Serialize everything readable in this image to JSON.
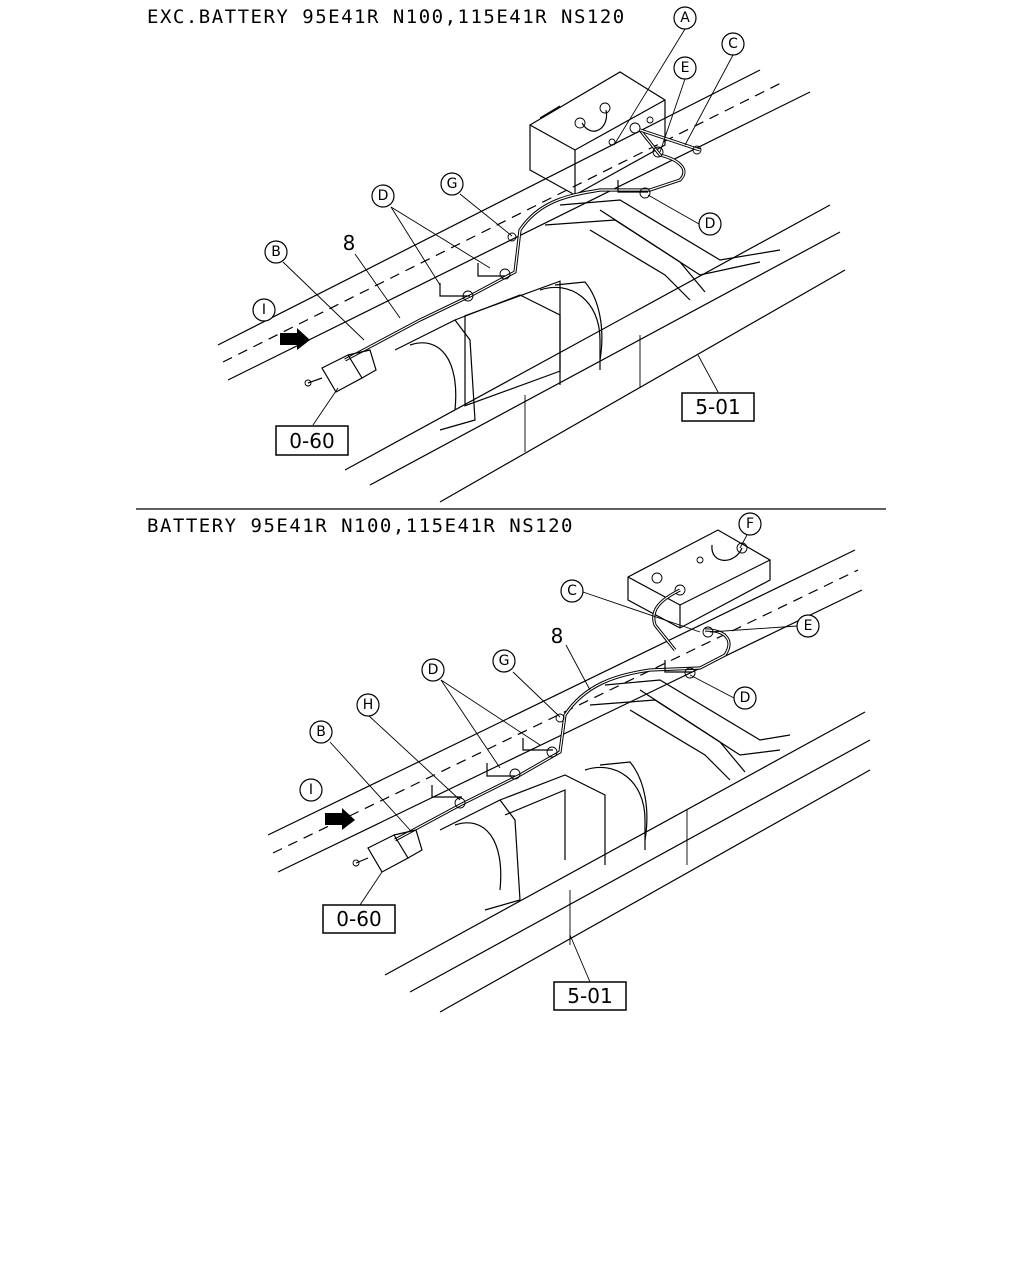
{
  "upper": {
    "title": "EXC.BATTERY 95E41R N100,115E41R NS120",
    "part_number": "8",
    "ref_connector": "0-60",
    "ref_frame": "5-01",
    "callouts": {
      "A": "A",
      "B": "B",
      "C": "C",
      "D": "D",
      "E": "E",
      "G": "G",
      "I": "I"
    }
  },
  "lower": {
    "title": "BATTERY 95E41R N100,115E41R NS120",
    "part_number": "8",
    "ref_connector": "0-60",
    "ref_frame": "5-01",
    "callouts": {
      "B": "B",
      "C": "C",
      "D": "D",
      "E": "E",
      "F": "F",
      "G": "G",
      "H": "H",
      "I": "I"
    }
  }
}
